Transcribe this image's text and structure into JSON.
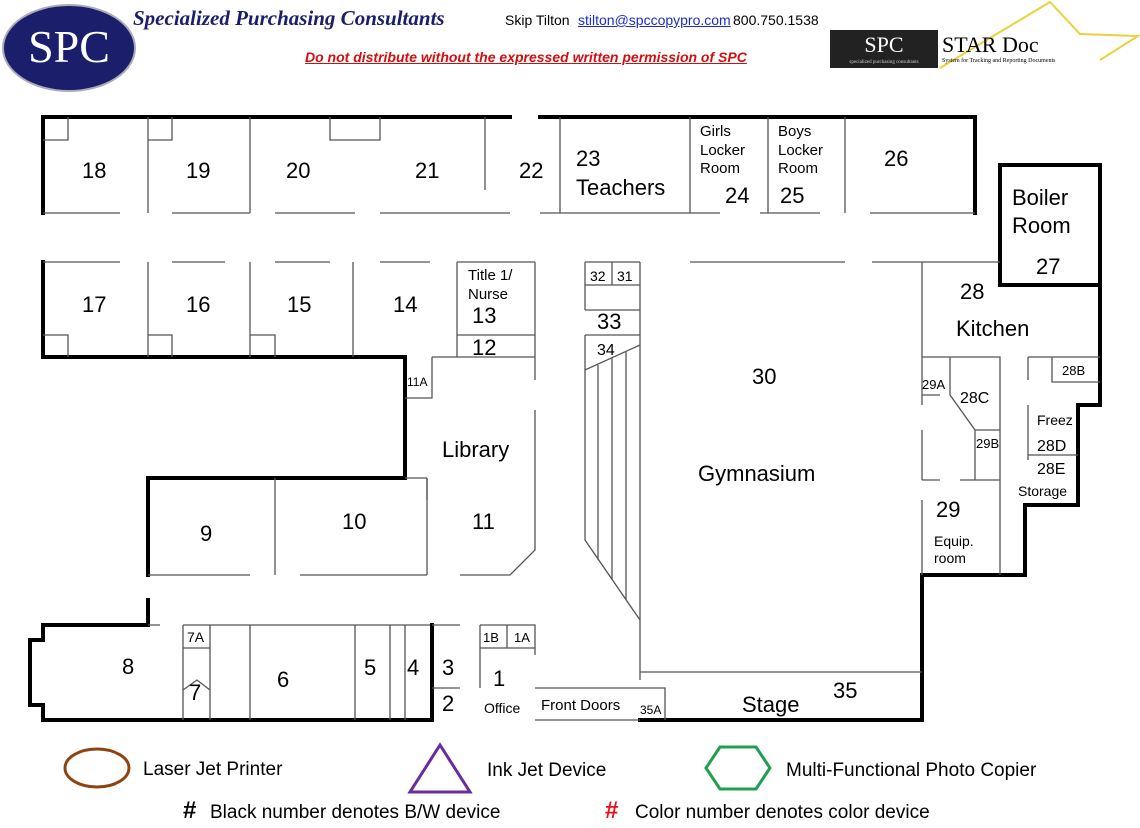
{
  "header": {
    "company": "Specialized Purchasing Consultants",
    "contact_name": "Skip Tilton",
    "email": "stilton@spccopypro.com",
    "phone": "800.750.1538",
    "notice": "Do not distribute without the expressed written permission of SPC",
    "logo_text": "SPC",
    "star_doc_logo": {
      "left": "SPC",
      "right": "STAR Doc",
      "tagline_left": "specialized purchasing consultants",
      "tagline_right": "System for Tracking and Reporting Documents"
    }
  },
  "rooms": {
    "r18": "18",
    "r19": "19",
    "r20": "20",
    "r21": "21",
    "r22": "22",
    "r23": "23",
    "r23b": "Teachers",
    "r24a": "Girls",
    "r24b": "Locker",
    "r24c": "Room",
    "r24": "24",
    "r25a": "Boys",
    "r25b": "Locker",
    "r25c": "Room",
    "r25": "25",
    "r26": "26",
    "boiler1": "Boiler",
    "boiler2": "Room",
    "r27": "27",
    "r17": "17",
    "r16": "16",
    "r15": "15",
    "r14": "14",
    "title1": "Title 1/",
    "nurse": "Nurse",
    "r13": "13",
    "r12": "12",
    "r32": "32",
    "r31": "31",
    "r33": "33",
    "r34": "34",
    "r30": "30",
    "gym": "Gymnasium",
    "r28": "28",
    "kitchen": "Kitchen",
    "r28b": "28B",
    "r29a": "29A",
    "r28c": "28C",
    "r29b": "29B",
    "freez": "Freez",
    "r28d": "28D",
    "r28e": "28E",
    "storage": "Storage",
    "r29": "29",
    "equip1": "Equip.",
    "equip2": "room",
    "r11a": "11A",
    "library": "Library",
    "r9": "9",
    "r10": "10",
    "r11": "11",
    "r8": "8",
    "r7a": "7A",
    "r7": "7",
    "r6": "6",
    "r5": "5",
    "r4": "4",
    "r3": "3",
    "r2": "2",
    "r1b": "1B",
    "r1a": "1A",
    "r1": "1",
    "office": "Office",
    "front_doors": "Front Doors",
    "r35a": "35A",
    "stage": "Stage",
    "r35": "35"
  },
  "legend": {
    "laser": {
      "label": "Laser Jet Printer",
      "shape": "ellipse",
      "color": "#8B4513"
    },
    "inkjet": {
      "label": "Ink Jet Device",
      "shape": "triangle",
      "color": "#6A2C9A"
    },
    "mfp": {
      "label": "Multi-Functional Photo Copier",
      "shape": "hexagon",
      "color": "#1FA050"
    },
    "bw_symbol": "#",
    "bw_note": "Black number denotes B/W device",
    "color_symbol": "#",
    "color_note": "Color number denotes color device",
    "color_symbol_color": "#E8101A"
  }
}
